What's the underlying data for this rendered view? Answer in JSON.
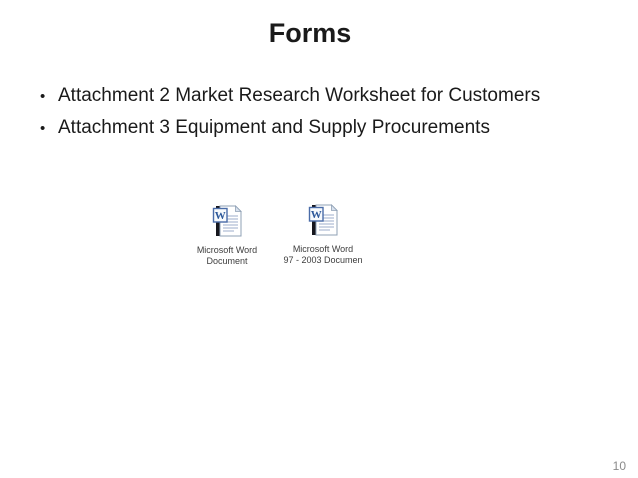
{
  "slide": {
    "title": "Forms",
    "bullet_char": "•",
    "bullets": [
      "Attachment 2 Market Research Worksheet for Customers",
      "Attachment 3 Equipment and Supply Procurements"
    ],
    "embedded_objects": [
      {
        "icon": "word-document-icon",
        "label_lines": [
          "Microsoft Word",
          "Document"
        ]
      },
      {
        "icon": "word-97-2003-document-icon",
        "label_lines": [
          "Microsoft Word",
          "97 - 2003 Documen"
        ]
      }
    ],
    "page_number": "10",
    "colors": {
      "background": "#ffffff",
      "title_text": "#1a1a1a",
      "body_text": "#1a1a1a",
      "label_text": "#3d3d3d",
      "page_number_text": "#8a8a8a",
      "word_blue": "#2b579a",
      "icon_spine": "#16161d",
      "icon_fold": "#d9e2ef",
      "icon_line": "#aebbd3"
    }
  }
}
